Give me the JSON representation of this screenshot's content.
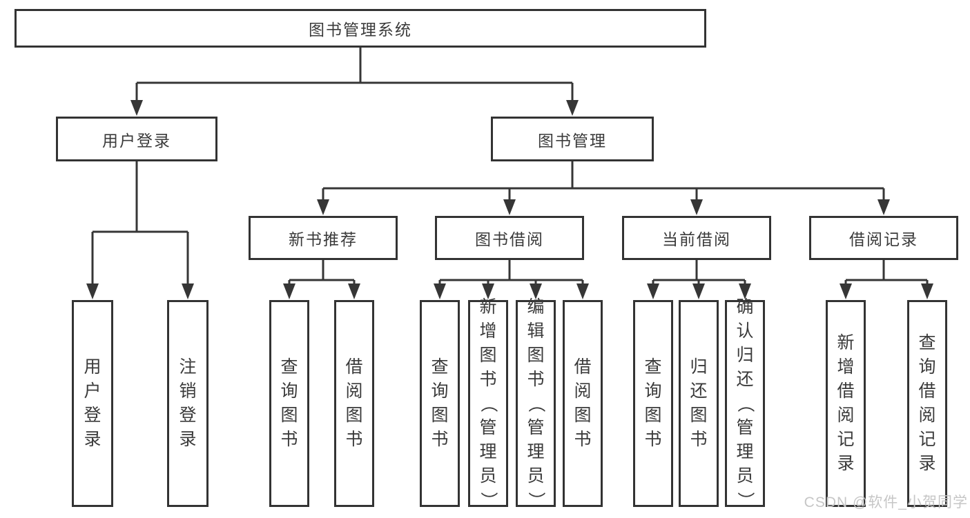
{
  "diagram": {
    "title": "图书管理系统",
    "colors": {
      "line": "#363636",
      "box_border": "#333333",
      "text": "#3a3a3a",
      "background": "#ffffff"
    },
    "root": {
      "id": "root",
      "label": "图书管理系统",
      "children": [
        {
          "id": "user-login",
          "label": "用户登录",
          "children": [
            {
              "id": "login",
              "label": "用户登录"
            },
            {
              "id": "logout",
              "label": "注销登录"
            }
          ]
        },
        {
          "id": "book-mgmt",
          "label": "图书管理",
          "children": [
            {
              "id": "new-books",
              "label": "新书推荐",
              "children": [
                {
                  "id": "nb-search",
                  "label": "查询图书"
                },
                {
                  "id": "nb-borrow",
                  "label": "借阅图书"
                }
              ]
            },
            {
              "id": "borrowing",
              "label": "图书借阅",
              "children": [
                {
                  "id": "b-search",
                  "label": "查询图书"
                },
                {
                  "id": "b-add",
                  "label": "新增图书（管理员）"
                },
                {
                  "id": "b-edit",
                  "label": "编辑图书（管理员）"
                },
                {
                  "id": "b-borrow",
                  "label": "借阅图书"
                }
              ]
            },
            {
              "id": "current",
              "label": "当前借阅",
              "children": [
                {
                  "id": "c-search",
                  "label": "查询图书"
                },
                {
                  "id": "c-return",
                  "label": "归还图书"
                },
                {
                  "id": "c-confirm",
                  "label": "确认归还（管理员）"
                }
              ]
            },
            {
              "id": "records",
              "label": "借阅记录",
              "children": [
                {
                  "id": "r-add",
                  "label": "新增借阅记录"
                },
                {
                  "id": "r-search",
                  "label": "查询借阅记录"
                }
              ]
            }
          ]
        }
      ]
    }
  },
  "watermark": {
    "text": "CSDN @软件_小贺同学",
    "color": "#c6c6c6"
  }
}
